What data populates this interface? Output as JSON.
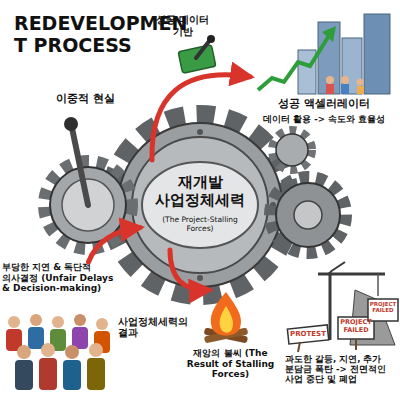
{
  "diagram": {
    "title": "REDEVELOPMENT PROCESS",
    "nodes": [
      {
        "text": [
          "재개발 사업정체세력",
          "(The Project-Stalling Forces)"
        ]
      },
      {
        "text": [
          "성공 액셀러레이터",
          "데이터 활용 -> 속도와 효율성"
        ]
      },
      {
        "text": [
          "부당한 지연 & 독단적 의사결정 (Unfair Delays & Decision-making)"
        ]
      },
      {
        "text": [
          "사업정체세력의 결과",
          "재앙의 불씨 (The Result of Stalling Forces)"
        ]
      },
      {
        "text": [
          "과도한 갈등, 지연, 추가 분담금 폭탄 -> 전면적인 사업 중단 및 폐업"
        ]
      }
    ],
    "edges": [
      {
        "from": 0,
        "to": 1,
        "label": "이중적 현실",
        "arrow": "to"
      },
      {
        "from": 2,
        "to": 0,
        "arrow": "to"
      },
      {
        "from": 0,
        "to": 3,
        "arrow": "to"
      }
    ],
    "labels": [
      "성공 데이터 기반",
      "PROTEST",
      "PROJECT FAILED",
      "PROJECT FAILED"
    ]
  }
}
